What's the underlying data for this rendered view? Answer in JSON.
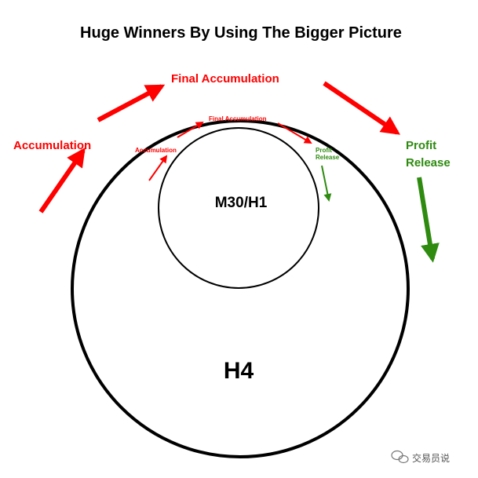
{
  "title": "Huge Winners By Using The Bigger Picture",
  "colors": {
    "accumulation": "#ff0000",
    "profit": "#2e8b10",
    "outline": "#000000"
  },
  "outer_cycle": {
    "circle_label": "H4",
    "accumulation": "Accumulation",
    "final_accumulation": "Final Accumulation",
    "profit_line1": "Profit",
    "profit_line2": "Release"
  },
  "inner_cycle": {
    "circle_label": "M30/H1",
    "accumulation": "Accumulation",
    "final_accumulation": "Final Accumulation",
    "profit_line1": "Profit",
    "profit_line2": "Release"
  },
  "watermark": {
    "icon": "wechat-icon",
    "text": "交易员说"
  }
}
